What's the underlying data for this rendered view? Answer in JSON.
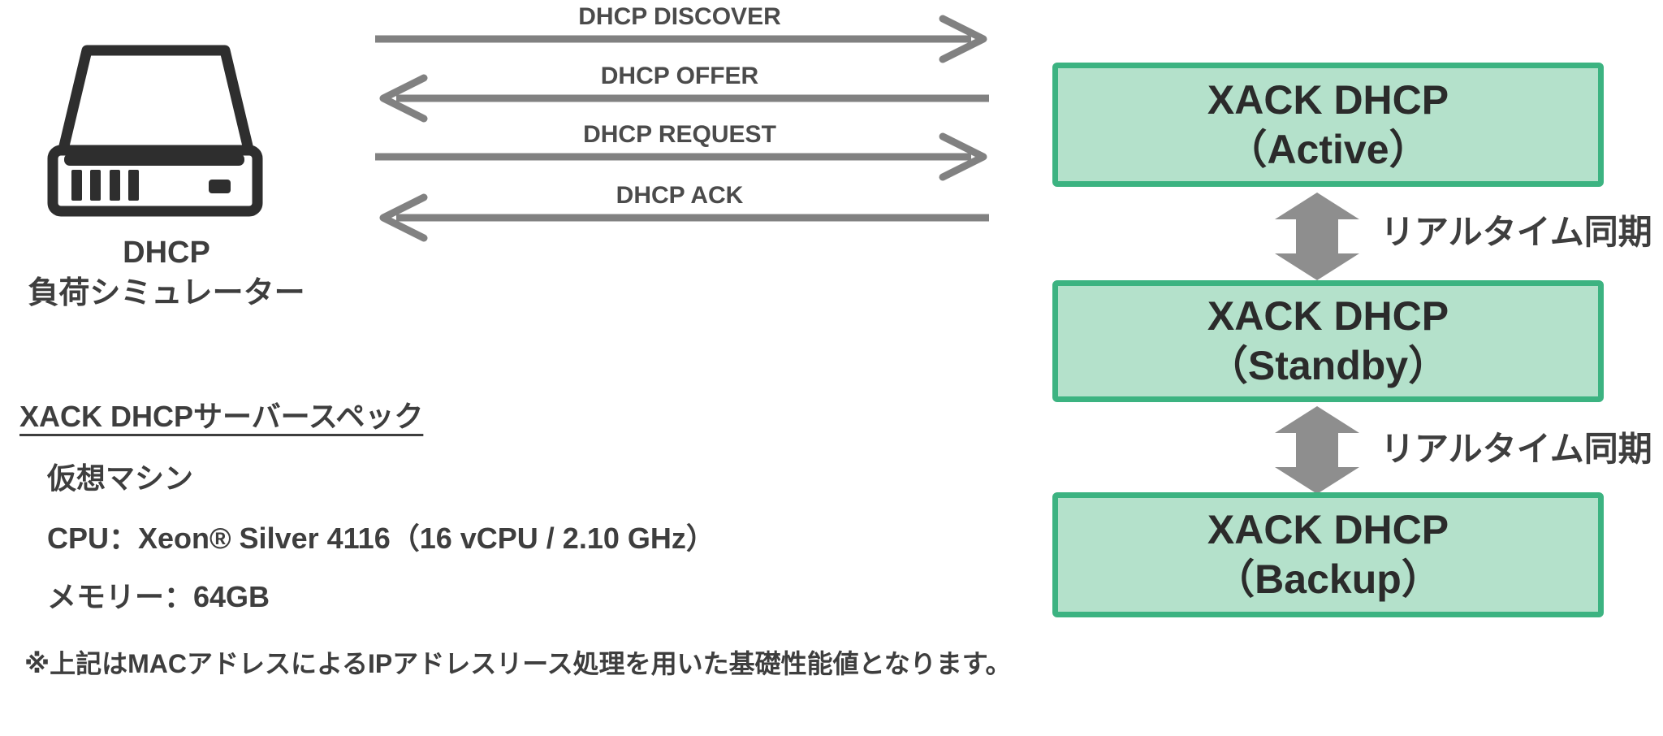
{
  "simulator": {
    "label_line1": "DHCP",
    "label_line2": "負荷シミュレーター"
  },
  "sequence": {
    "messages": [
      {
        "label": "DHCP DISCOVER",
        "direction": "right"
      },
      {
        "label": "DHCP OFFER",
        "direction": "left"
      },
      {
        "label": "DHCP REQUEST",
        "direction": "right"
      },
      {
        "label": "DHCP ACK",
        "direction": "left"
      }
    ]
  },
  "servers": [
    {
      "name": "XACK DHCP",
      "role": "（Active）"
    },
    {
      "name": "XACK DHCP",
      "role": "（Standby）"
    },
    {
      "name": "XACK DHCP",
      "role": "（Backup）"
    }
  ],
  "sync_label": "リアルタイム同期",
  "spec": {
    "heading": "XACK DHCPサーバースペック",
    "items": [
      "仮想マシン",
      "CPU：Xeon® Silver 4116（16 vCPU / 2.10 GHz）",
      "メモリー：64GB"
    ],
    "note": "※上記はMACアドレスによるIPアドレスリース処理を用いた基礎性能値となります。"
  },
  "colors": {
    "box_border": "#3cb381",
    "box_fill": "#b4e1cb",
    "arrow_gray": "#818181",
    "sync_gray": "#8e8e8e",
    "text_dark": "#3e3e3e"
  }
}
